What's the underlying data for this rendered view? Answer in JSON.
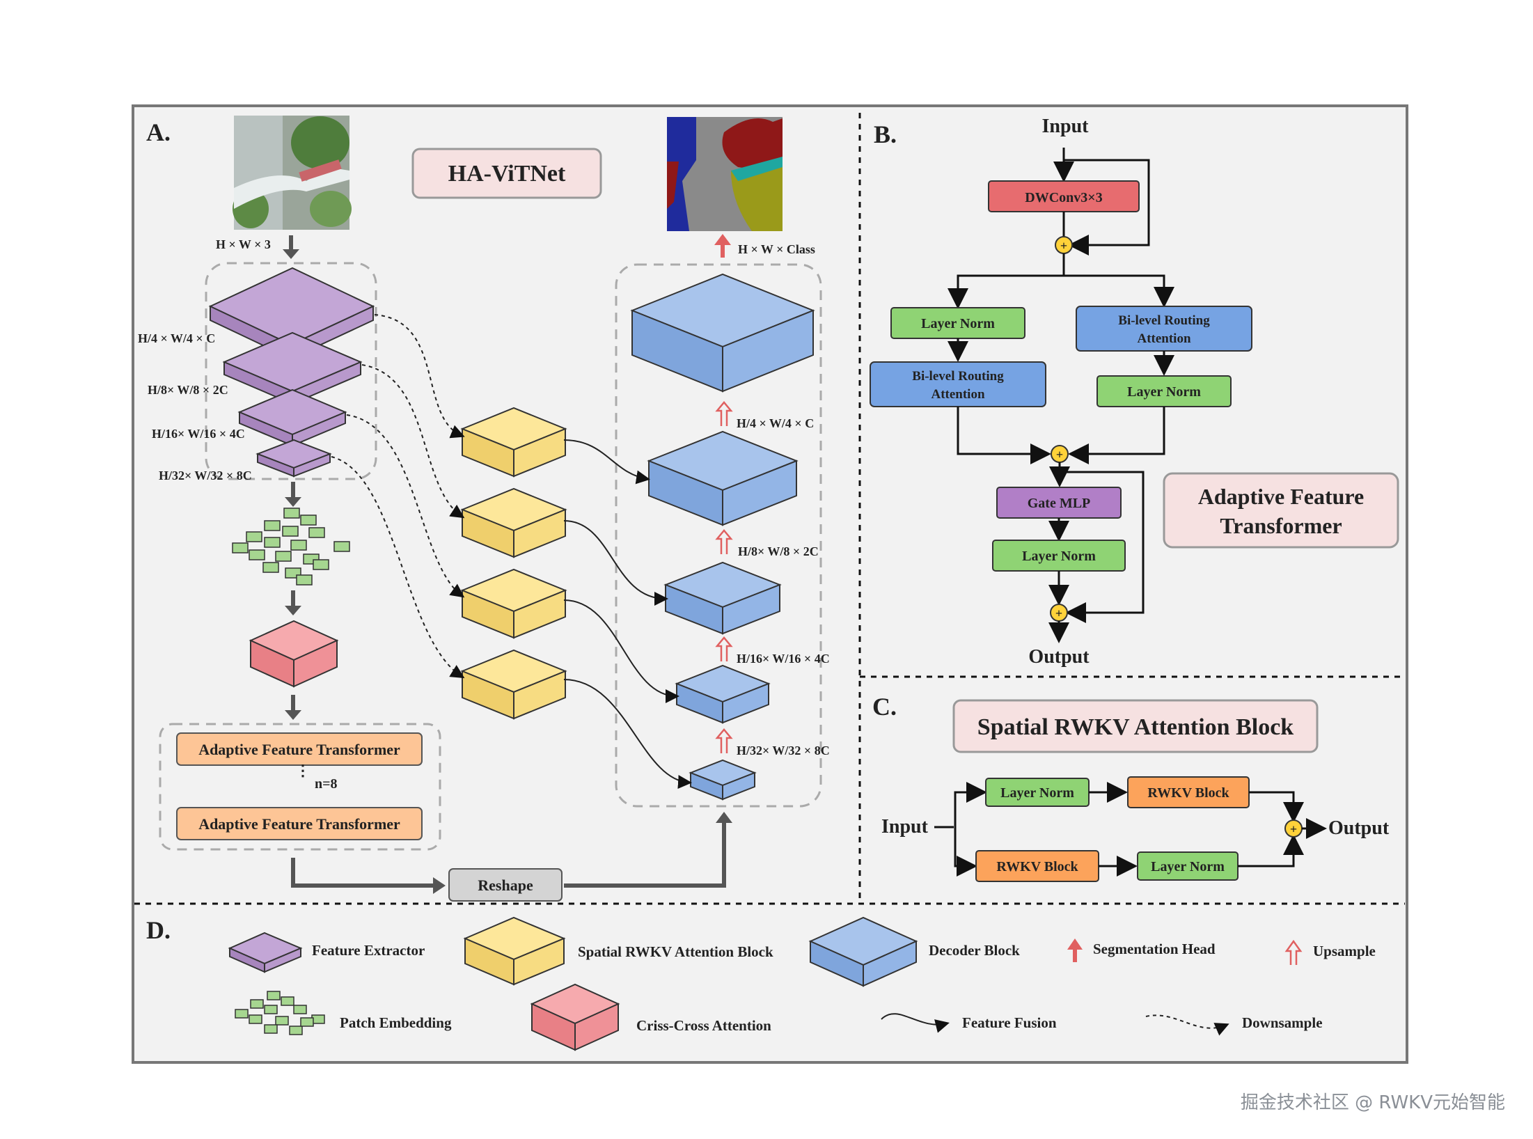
{
  "panels": {
    "a_label": "A.",
    "b_label": "B.",
    "c_label": "C.",
    "d_label": "D."
  },
  "panel_a": {
    "title": "HA-ViTNet",
    "input_dim": "H × W × 3",
    "output_dim": "H × W × Class",
    "encoder_dims": [
      "H/4 × W/4 × C",
      "H/8× W/8 × 2C",
      "H/16× W/16 × 4C",
      "H/32× W/32 × 8C"
    ],
    "decoder_dims": [
      "H/4 × W/4 × C",
      "H/8× W/8 × 2C",
      "H/16× W/16 × 4C",
      "H/32× W/32 × 8C"
    ],
    "aft_top": "Adaptive Feature Transformer",
    "aft_bottom": "Adaptive Feature Transformer",
    "repeat": "n=8",
    "reshape": "Reshape"
  },
  "panel_b": {
    "input": "Input",
    "output": "Output",
    "dwconv": "DWConv3×3",
    "layer_norm": "Layer Norm",
    "brt_line1": "Bi-level Routing",
    "brt_line2": "Attention",
    "gate_mlp": "Gate MLP",
    "title_line1": "Adaptive Feature",
    "title_line2": "Transformer"
  },
  "panel_c": {
    "title": "Spatial RWKV Attention Block",
    "input": "Input",
    "output": "Output",
    "layer_norm": "Layer Norm",
    "rwkv_block": "RWKV Block"
  },
  "legend": {
    "feature_extractor": "Feature Extractor",
    "spatial_rwkv": "Spatial RWKV Attention Block",
    "decoder_block": "Decoder Block",
    "segmentation_head": "Segmentation Head",
    "upsample": "Upsample",
    "patch_embedding": "Patch Embedding",
    "criss_cross": "Criss-Cross Attention",
    "feature_fusion": "Feature Fusion",
    "downsample": "Downsample"
  },
  "watermark": "掘金技术社区 @ RWKV元始智能",
  "colors": {
    "purple": "#c3a6d6",
    "yellow": "#fde79a",
    "blue": "#a8c4ec",
    "red": "#f1979c",
    "green": "#a6d690",
    "orange": "#fdc596",
    "pink_title": "#f6e1e1",
    "dwconv_red": "#e76c6f",
    "gate_purple": "#b17fc7",
    "green_box": "#8fd374",
    "brt_blue": "#76a3e3",
    "rwkv_orange": "#fca35b",
    "adder": "#ffd23a"
  }
}
